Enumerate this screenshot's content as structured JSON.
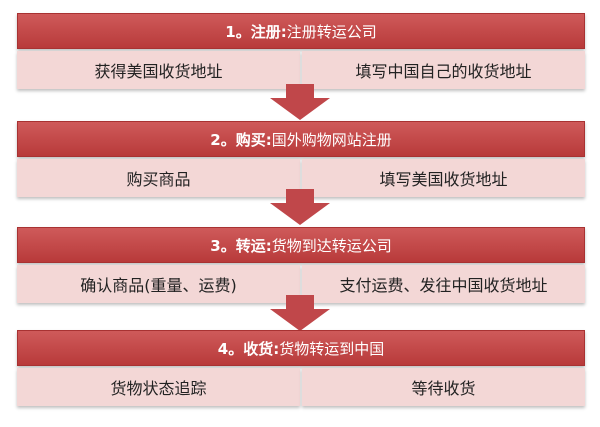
{
  "steps": [
    {
      "title": "1。注册:",
      "desc": "注册转运公司",
      "left": "获得美国收货地址",
      "right": "填写中国自己的收货地址"
    },
    {
      "title": "2。购买:",
      "desc": "国外购物网站注册",
      "left": "购买商品",
      "right": "填写美国收货地址"
    },
    {
      "title": "3。转运:",
      "desc": "货物到达转运公司",
      "left": "确认商品(重量、运费)",
      "right": "支付运费、发往中国收货地址"
    },
    {
      "title": "4。收货:",
      "desc": "货物转运到中国",
      "left": "货物状态追踪",
      "right": "等待收货"
    }
  ],
  "colors": {
    "header": "#c0474a",
    "cell": "#f3d7d6",
    "arrow": "#c0474a"
  }
}
